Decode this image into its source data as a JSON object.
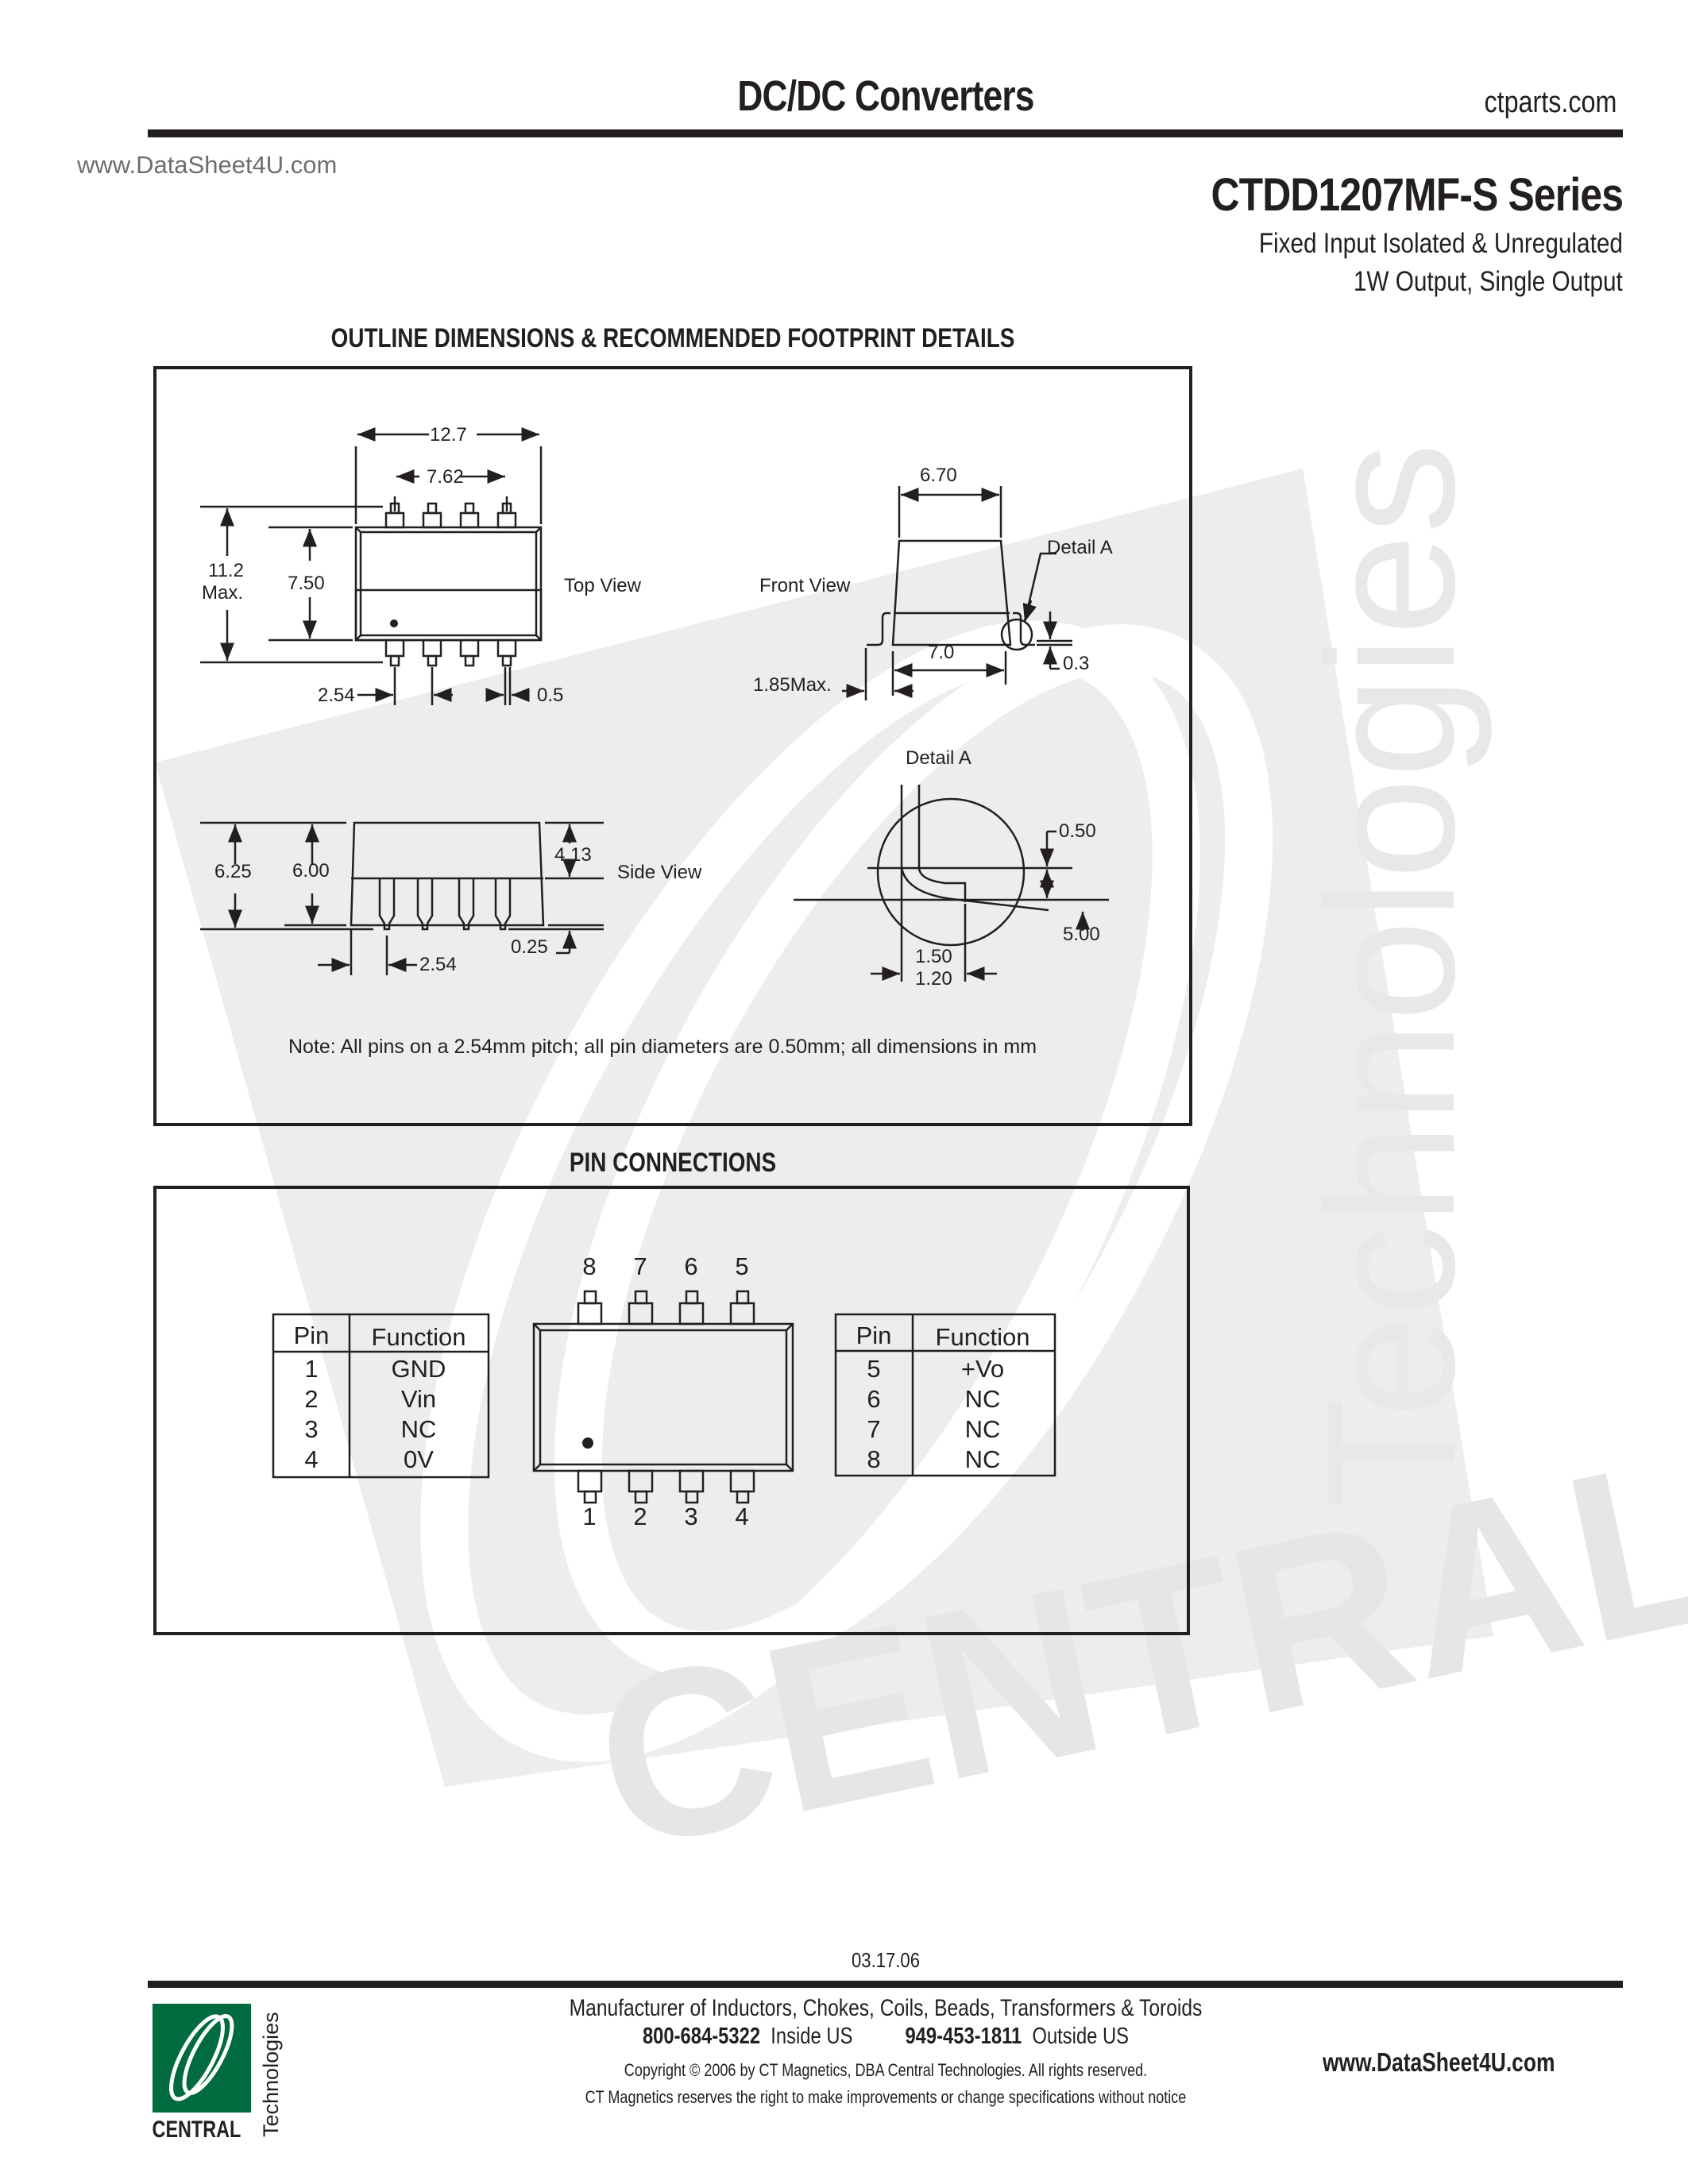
{
  "header": {
    "title": "DC/DC Converters",
    "site": "ctparts.com",
    "watermark_link": "www.DataSheet4U.com"
  },
  "product": {
    "series": "CTDD1207MF-S Series",
    "subtitle_line1": "Fixed Input  Isolated & Unregulated",
    "subtitle_line2": "1W Output, Single Output"
  },
  "outline_section": {
    "title": "OUTLINE DIMENSIONS & RECOMMENDED FOOTPRINT DETAILS",
    "top_view": {
      "label": "Top View",
      "dim_width": "12.7",
      "dim_pin_span": "7.62",
      "dim_height_max_value": "11.2",
      "dim_height_max_suffix": "Max.",
      "dim_body_height": "7.50",
      "dim_pitch": "2.54",
      "dim_pin_width": "0.5"
    },
    "front_view": {
      "label": "Front View",
      "dim_top_width": "6.70",
      "dim_bottom_width": "7.0",
      "dim_lead_max": "1.85Max.",
      "dim_lead_thickness": "0.3",
      "detail_callout": "Detail A"
    },
    "side_view": {
      "label": "Side View",
      "dim_total_height": "6.25",
      "dim_body_height": "6.00",
      "dim_upper_height": "4.13",
      "dim_standoff": "0.25",
      "dim_offset": "2.54"
    },
    "detail_a": {
      "label": "Detail A",
      "dim_lead_height": "0.50",
      "dim_angle": "5.00",
      "dim_foot_max": "1.50",
      "dim_foot_min": "1.20"
    },
    "note": "Note: All pins on a 2.54mm pitch; all pin diameters are 0.50mm; all dimensions in mm"
  },
  "pin_section": {
    "title": "PIN CONNECTIONS",
    "top_pin_labels": [
      "8",
      "7",
      "6",
      "5"
    ],
    "bottom_pin_labels": [
      "1",
      "2",
      "3",
      "4"
    ],
    "left_table": {
      "headers": [
        "Pin",
        "Function"
      ],
      "rows": [
        {
          "pin": "1",
          "function": "GND"
        },
        {
          "pin": "2",
          "function": "Vin"
        },
        {
          "pin": "3",
          "function": "NC"
        },
        {
          "pin": "4",
          "function": "0V"
        }
      ]
    },
    "right_table": {
      "headers": [
        "Pin",
        "Function"
      ],
      "rows": [
        {
          "pin": "5",
          "function": "+Vo"
        },
        {
          "pin": "6",
          "function": "NC"
        },
        {
          "pin": "7",
          "function": "NC"
        },
        {
          "pin": "8",
          "function": "NC"
        }
      ]
    }
  },
  "footer": {
    "date": "03.17.06",
    "manufacturer_line": "Manufacturer of Inductors, Chokes, Coils, Beads, Transformers & Toroids",
    "phone_inside": "800-684-5322",
    "phone_inside_label": "Inside US",
    "phone_outside": "949-453-1811",
    "phone_outside_label": "Outside US",
    "copyright": "Copyright © 2006 by CT Magnetics, DBA Central Technologies. All rights reserved.",
    "rights_notice": "CT Magnetics reserves the right to make improvements or change specifications without notice",
    "datasheet_link": "www.DataSheet4U.com",
    "logo_word": "CENTRAL",
    "logo_vertical_word": "Technologies"
  },
  "watermark": {
    "word_main": "CENTRAL",
    "word_secondary": "Technologies",
    "color": "#ececec"
  },
  "colors": {
    "ink": "#231f20",
    "logo_green": "#006b3f",
    "link_gray": "#6d6e71"
  }
}
